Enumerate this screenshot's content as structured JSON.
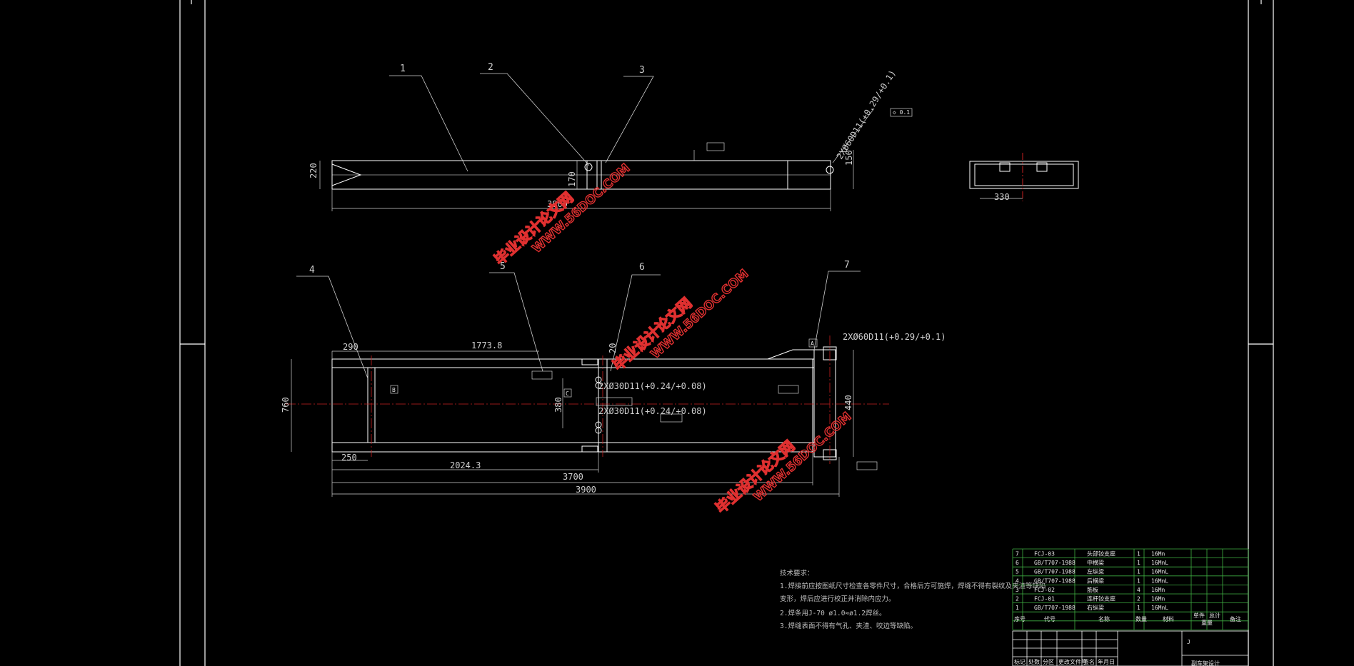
{
  "colors": {
    "background": "#000000",
    "line": "#ffffff",
    "dim": "#cfcfcf",
    "centerline": "#c82020",
    "watermark": "#e03030",
    "table_line": "#3fb043"
  },
  "balloons": [
    "1",
    "2",
    "3",
    "4",
    "5",
    "6",
    "7"
  ],
  "top_view": {
    "dims": {
      "height": "220",
      "hole_h": "170",
      "right_h": "150",
      "bottom": "3900"
    },
    "hole_note": "2XØ60D11(+0.29/+0.1)",
    "frame_tol": "◇ 0.1"
  },
  "side_view": {
    "dim": "330"
  },
  "front_view": {
    "dims": {
      "d290": "290",
      "d1773": "1773.8",
      "d20": "20",
      "d760": "760",
      "d380": "380",
      "d250": "250",
      "d2024": "2024.3",
      "d3700": "3700",
      "d3900": "3900",
      "right_h": "440"
    },
    "hole_top": "2XØ60D11(+0.29/+0.1)",
    "hole_mid1": "2XØ30D11(+0.24/+0.08)",
    "hole_mid2": "2XØ30D11(+0.24/+0.08)",
    "datum_a": "A",
    "datum_b": "B",
    "datum_c": "C"
  },
  "watermarks": [
    {
      "line1": "毕业设计论文网",
      "line2": "WWW.56DOC.COM"
    },
    {
      "line1": "毕业设计论文网",
      "line2": "WWW.56DOC.COM"
    },
    {
      "line1": "毕业设计论文网",
      "line2": "WWW.56DOC.COM"
    }
  ],
  "tech_notes": {
    "title": "技术要求：",
    "lines": [
      "1.焊接前应按图纸尺寸检查各零件尺寸，合格后方可施焊，焊缝不得有裂纹及夹渣等缺陷",
      "变形，焊后应进行校正并消除内应力。",
      "2.焊条用J-70 ø1.0≈ø1.2焊丝。",
      "3.焊缝表面不得有气孔、夹渣、咬边等缺陷。"
    ]
  },
  "bom": {
    "rows": [
      {
        "no": "7",
        "code": "FCJ-03",
        "name": "头部铰支座",
        "qty": "1",
        "mat": "16Mn"
      },
      {
        "no": "6",
        "code": "GB/T707-1988",
        "name": "中横梁",
        "qty": "1",
        "mat": "16MnL"
      },
      {
        "no": "5",
        "code": "GB/T707-1988",
        "name": "左纵梁",
        "qty": "1",
        "mat": "16MnL"
      },
      {
        "no": "4",
        "code": "GB/T707-1988",
        "name": "后横梁",
        "qty": "1",
        "mat": "16MnL"
      },
      {
        "no": "3",
        "code": "FCJ-02",
        "name": "筋板",
        "qty": "4",
        "mat": "16Mn"
      },
      {
        "no": "2",
        "code": "FCJ-01",
        "name": "连杆铰支座",
        "qty": "2",
        "mat": "16Mn"
      },
      {
        "no": "1",
        "code": "GB/T707-1988",
        "name": "右纵梁",
        "qty": "1",
        "mat": "16MnL"
      }
    ],
    "header": {
      "no": "序号",
      "code": "代号",
      "name": "名称",
      "qty": "数量",
      "mat": "材料",
      "w1": "单件",
      "w2": "总计",
      "w3": "重量",
      "note": "备注"
    }
  },
  "title_block": {
    "mark": "J",
    "bottom_labels": [
      "标记",
      "处数",
      "分区",
      "更改文件号",
      "签名",
      "年月日"
    ],
    "drawing_name": "副车架设计"
  }
}
